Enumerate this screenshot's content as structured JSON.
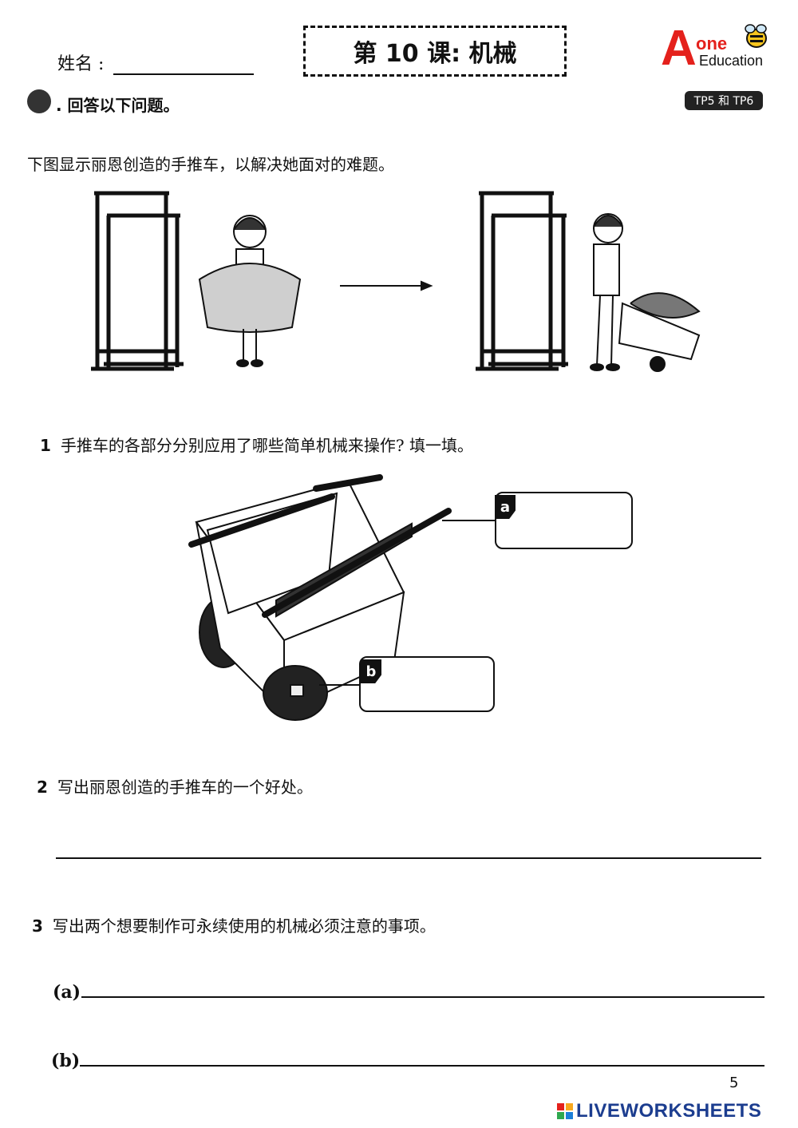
{
  "header": {
    "name_label": "姓名 :",
    "title": "第 10 课: 机械",
    "logo": {
      "letter": "A",
      "one": "one",
      "education": "Education"
    }
  },
  "section": {
    "title": ". 回答以下问题。",
    "badge": "TP5 和 TP6"
  },
  "intro": "下图显示丽恩创造的手推车，以解决她面对的难题。",
  "questions": [
    {
      "number": "1",
      "text": "手推车的各部分分别应用了哪些简单机械来操作? 填一填。"
    },
    {
      "number": "2",
      "text": "写出丽恩创造的手推车的一个好处。"
    },
    {
      "number": "3",
      "text": "写出两个想要制作可永续使用的机械必须注意的事项。"
    }
  ],
  "labels": {
    "a": "a",
    "b": "b"
  },
  "options": {
    "a": "(a)",
    "b": "(b)"
  },
  "page_number": "5",
  "footer": {
    "brand": "LIVEWORKSHEETS"
  },
  "colors": {
    "logo_red": "#e4211c",
    "footer_blue": "#1c3d8f"
  }
}
